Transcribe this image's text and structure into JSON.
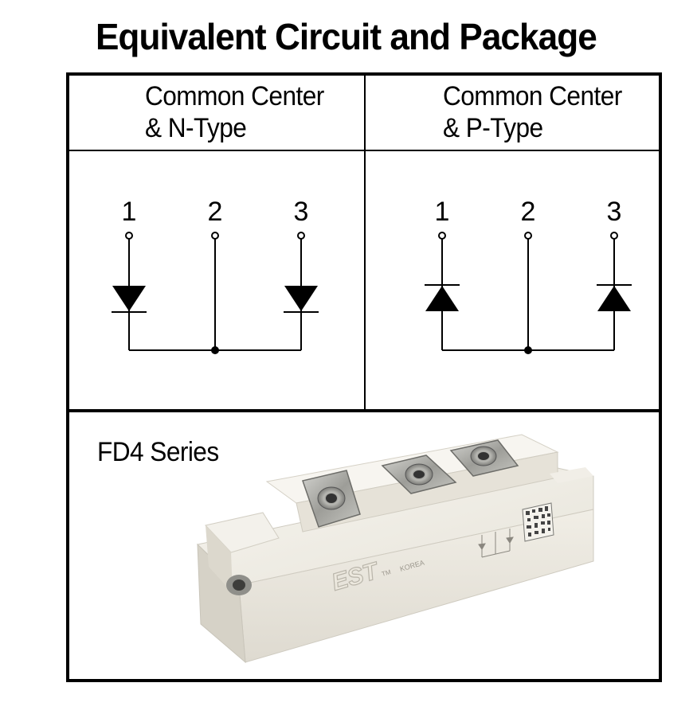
{
  "title": "Equivalent Circuit and  Package",
  "panels": [
    {
      "line1": "Common Center",
      "line2": "& N-Type",
      "pins": [
        "1",
        "2",
        "3"
      ],
      "diode_direction": "down"
    },
    {
      "line1": "Common Center",
      "line2": "& P-Type",
      "pins": [
        "1",
        "2",
        "3"
      ],
      "diode_direction": "up"
    }
  ],
  "package": {
    "series_label": "FD4 Series",
    "logo_text": "EST",
    "tm_text": "TM",
    "origin_text": "KOREA",
    "body_color": "#ece9df",
    "terminal_color": "#a9a9a4"
  }
}
